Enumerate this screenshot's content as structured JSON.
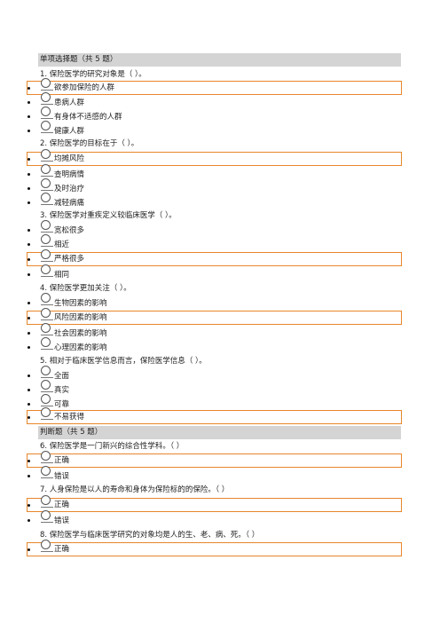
{
  "sections": [
    {
      "title": "单项选择题（共 5 题）"
    },
    {
      "title": "判断题（共 5 题）"
    }
  ],
  "questions": [
    {
      "text": "1. 保险医学的研究对象是（  ）。",
      "options": [
        "欲参加保险的人群",
        "患病人群",
        "有身体不适感的人群",
        "健康人群"
      ],
      "selected": 0
    },
    {
      "text": "2. 保险医学的目标在于（  ）。",
      "options": [
        "均摊风险",
        "查明病情",
        "及时治疗",
        "减轻病痛"
      ],
      "selected": 0
    },
    {
      "text": "3. 保险医学对重疾定义较临床医学（  ）。",
      "options": [
        "宽松很多",
        "相近",
        "严格很多",
        "相同"
      ],
      "selected": 2
    },
    {
      "text": "4. 保险医学更加关注（  ）。",
      "options": [
        "生物因素的影响",
        "风险因素的影响",
        "社会因素的影响",
        "心理因素的影响"
      ],
      "selected": 1
    },
    {
      "text": "5. 相对于临床医学信息而言，保险医学信息（  ）。",
      "options": [
        "全面",
        "真实",
        "可靠",
        "不易获得"
      ],
      "selected": 3
    },
    {
      "text": "6. 保险医学是一门新兴的综合性学科。（  ）",
      "options": [
        "正确",
        "错误"
      ],
      "selected": 0
    },
    {
      "text": "7. 人身保险是以人的寿命和身体为保险标的的保险。（  ）",
      "options": [
        "正确",
        "错误"
      ],
      "selected": 0
    },
    {
      "text": "8. 保险医学与临床医学研究的对象均是人的生、老、病、死。（  ）",
      "options": [
        "正确"
      ],
      "selected": 0
    }
  ],
  "colors": {
    "highlight_border": "#e8862b",
    "section_bg": "#d4d4d4"
  }
}
